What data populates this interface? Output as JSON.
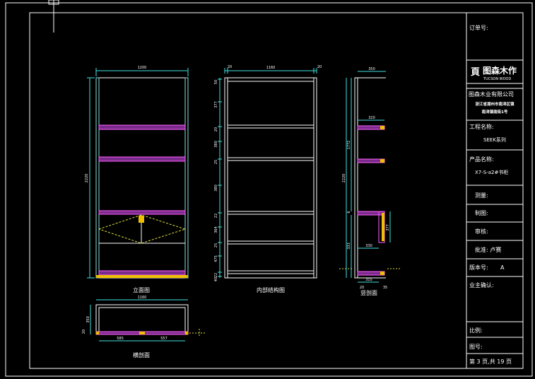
{
  "title_block": {
    "order_no_label": "订单号:",
    "logo_mark": "頁",
    "logo_text": "图森木作",
    "logo_sub": "TUCSON WOOD",
    "company": "图森木业有限公司",
    "address_line1": "浙江省湖州市南浔区镇",
    "address_line2": "南浔镇南街1号",
    "project_label": "工程名称:",
    "project_value": "SEEK系列",
    "product_label": "产品名称:",
    "product_value": "X7-S-a2#书柜",
    "measure_label": "测量:",
    "draw_label": "制图:",
    "review_label": "审核:",
    "approve_label": "批准: 卢赛",
    "version_label": "版本号:",
    "version_value": "A",
    "owner_confirm_label": "业主确认:",
    "scale_label": "比例:",
    "drawing_no_label": "图号:",
    "page_label": "第 3 页,共 19 页"
  },
  "views": {
    "front_caption": "立面图",
    "inner_caption": "内部结构图",
    "side_caption": "竖剖面",
    "plan_caption": "横剖面"
  },
  "dimensions": {
    "front_width": "1200",
    "front_height": "2220",
    "inner_width": "1160",
    "inner_left_offset": "20",
    "inner_right_offset": "20",
    "inner_rows": [
      "50",
      "377",
      "20",
      "380",
      "25",
      "380",
      "22",
      "364",
      "25",
      "475",
      "22",
      "40"
    ],
    "side_top": "350",
    "side_shelf": "320",
    "side_upper_height": "1772",
    "side_total": "2220",
    "side_mid": "6",
    "side_lower": "333",
    "side_drawer": "330",
    "side_drawer_h": "377",
    "side_bottom_a": "315",
    "side_bottom_b": "20",
    "side_bottom_c": "35",
    "plan_width": "1160",
    "plan_left": "20",
    "plan_depth": "350",
    "plan_seg1": "585",
    "plan_seg2": "557"
  }
}
